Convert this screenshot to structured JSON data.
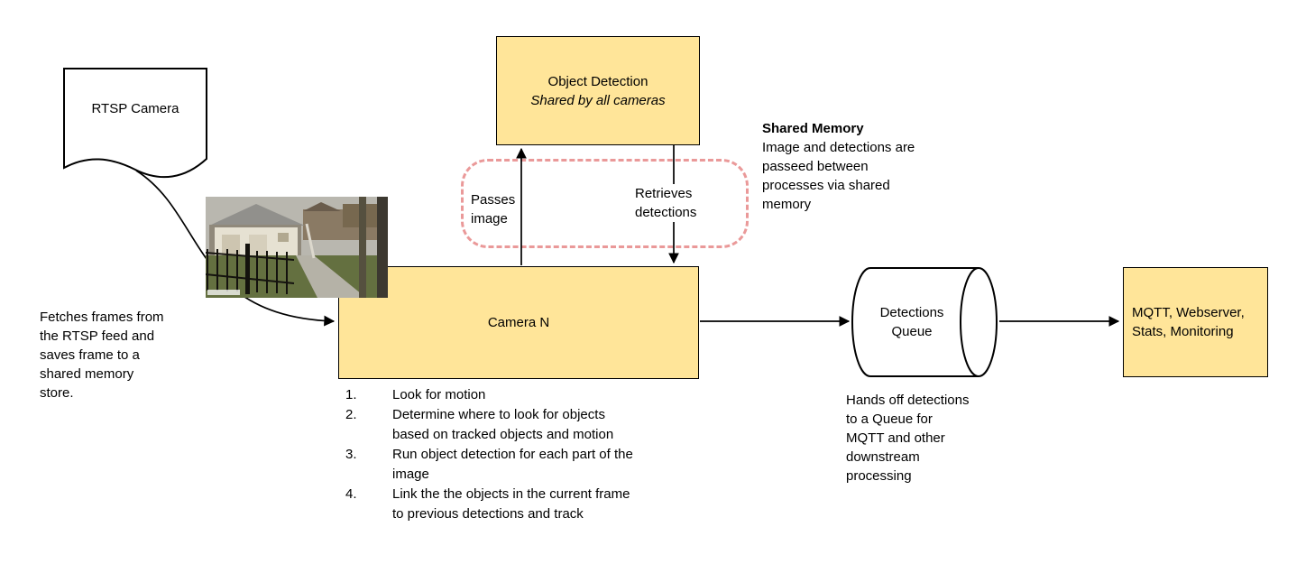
{
  "colors": {
    "node_fill": "#ffe599",
    "node_border": "#000000",
    "shared_memory_dash": "#ea9999",
    "background": "#ffffff"
  },
  "nodes": {
    "rtsp_camera": {
      "label": "RTSP Camera"
    },
    "object_detection": {
      "title": "Object Detection",
      "subtitle": "Shared by all cameras"
    },
    "camera_n": {
      "label": "Camera N"
    },
    "detections_queue": {
      "label": "Detections\nQueue"
    },
    "outputs": {
      "label": "MQTT, Webserver,\nStats, Monitoring"
    }
  },
  "edges": {
    "passes_image": "Passes\nimage",
    "retrieves_detections": "Retrieves\ndetections"
  },
  "notes": {
    "shared_memory_title": "Shared Memory",
    "shared_memory_body": "Image and detections are\npasseed between\nprocesses via shared\nmemory",
    "fetch_frames": "Fetches frames from\nthe RTSP feed and\nsaves frame to a\nshared memory\nstore.",
    "queue_handoff": "Hands off detections\nto a Queue for\nMQTT and other\ndownstream\nprocessing"
  },
  "camera_steps": [
    {
      "num": "1.",
      "text": "Look for motion"
    },
    {
      "num": "2.",
      "text": "Determine where to look for objects\nbased on tracked objects and motion"
    },
    {
      "num": "3.",
      "text": "Run object detection for each part of the\nimage"
    },
    {
      "num": "4.",
      "text": "Link the the objects in the current frame\nto previous detections and track"
    }
  ]
}
